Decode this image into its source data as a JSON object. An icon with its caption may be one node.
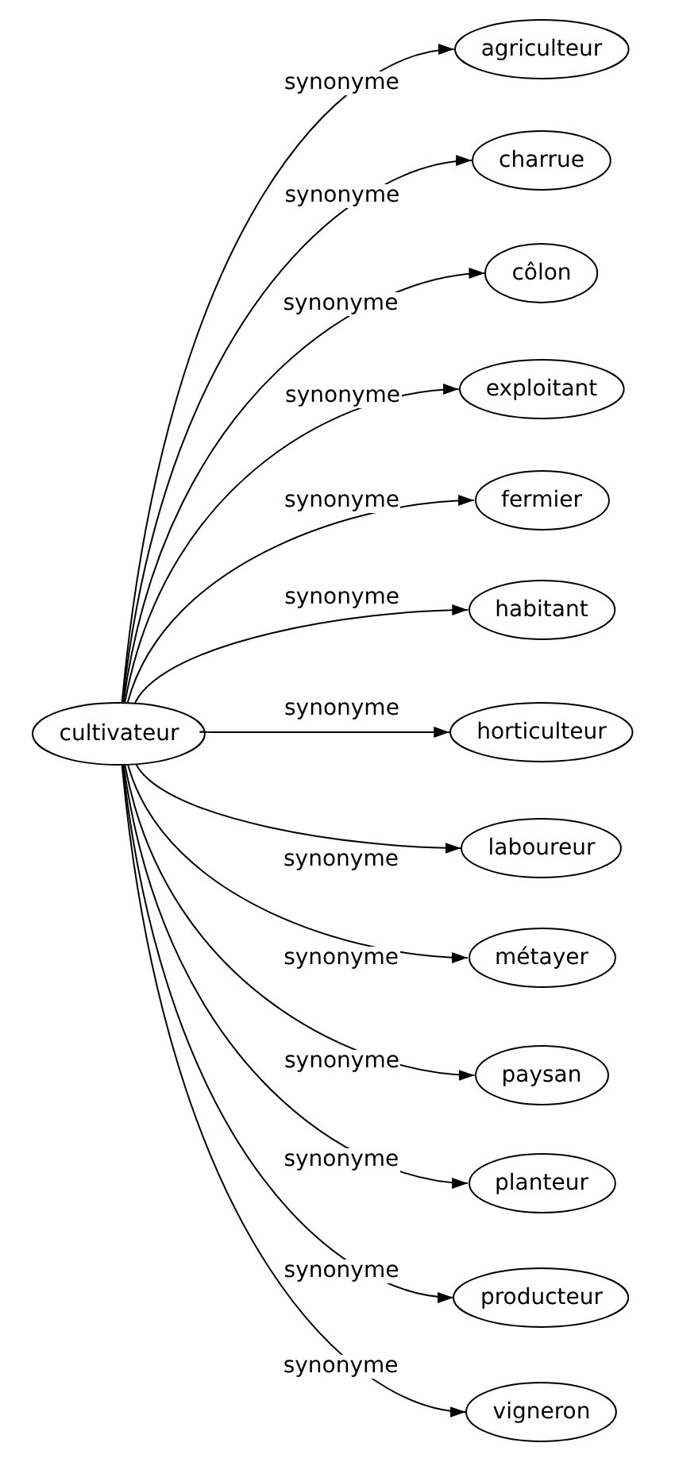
{
  "diagram": {
    "nodes": [
      {
        "text": [
          "cultivateur"
        ]
      },
      {
        "text": [
          "agriculteur"
        ]
      },
      {
        "text": [
          "charrue"
        ]
      },
      {
        "text": [
          "côlon"
        ]
      },
      {
        "text": [
          "exploitant"
        ]
      },
      {
        "text": [
          "fermier"
        ]
      },
      {
        "text": [
          "habitant"
        ]
      },
      {
        "text": [
          "horticulteur"
        ]
      },
      {
        "text": [
          "laboureur"
        ]
      },
      {
        "text": [
          "métayer"
        ]
      },
      {
        "text": [
          "paysan"
        ]
      },
      {
        "text": [
          "planteur"
        ]
      },
      {
        "text": [
          "producteur"
        ]
      },
      {
        "text": [
          "vigneron"
        ]
      }
    ],
    "edges": [
      {
        "from": 0,
        "to": 1,
        "arrow": "to",
        "label": "synonyme"
      },
      {
        "from": 0,
        "to": 2,
        "arrow": "to",
        "label": "synonyme"
      },
      {
        "from": 0,
        "to": 3,
        "arrow": "to",
        "label": "synonyme"
      },
      {
        "from": 0,
        "to": 4,
        "arrow": "to",
        "label": "synonyme"
      },
      {
        "from": 0,
        "to": 5,
        "arrow": "to",
        "label": "synonyme"
      },
      {
        "from": 0,
        "to": 6,
        "arrow": "to",
        "label": "synonyme"
      },
      {
        "from": 0,
        "to": 7,
        "arrow": "to",
        "label": "synonyme"
      },
      {
        "from": 0,
        "to": 8,
        "arrow": "to",
        "label": "synonyme"
      },
      {
        "from": 0,
        "to": 9,
        "arrow": "to",
        "label": "synonyme"
      },
      {
        "from": 0,
        "to": 10,
        "arrow": "to",
        "label": "synonyme"
      },
      {
        "from": 0,
        "to": 11,
        "arrow": "to",
        "label": "synonyme"
      },
      {
        "from": 0,
        "to": 12,
        "arrow": "to",
        "label": "synonyme"
      },
      {
        "from": 0,
        "to": 13,
        "arrow": "to",
        "label": "synonyme"
      }
    ]
  }
}
